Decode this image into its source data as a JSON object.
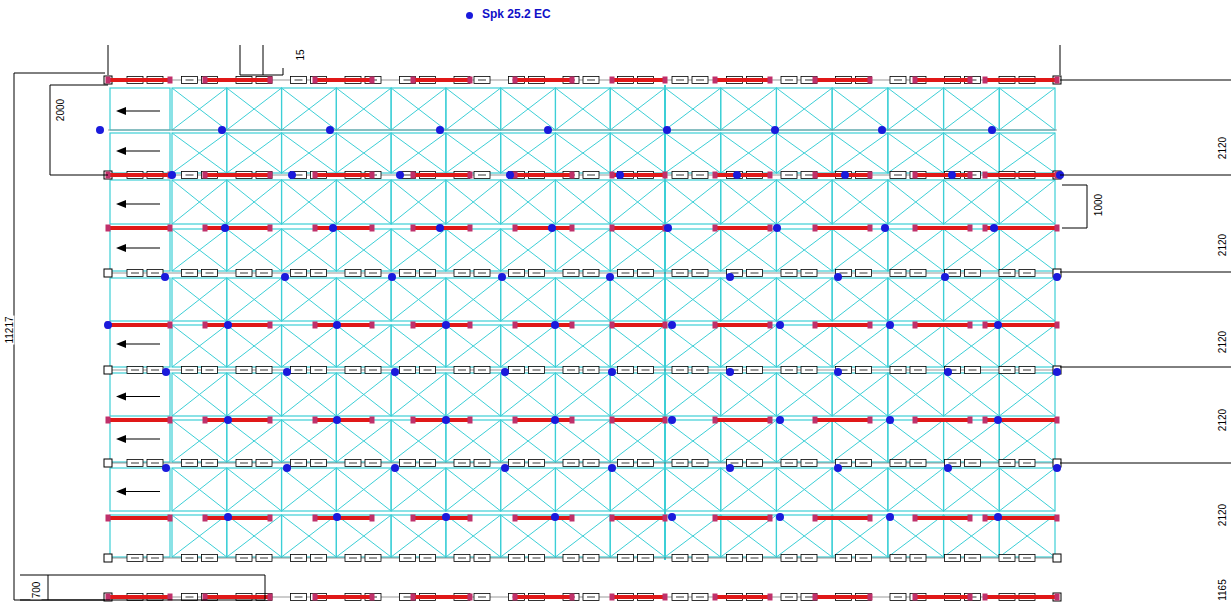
{
  "diagram": {
    "labels": [
      "15",
      "2000",
      "1000",
      "11217",
      "2120",
      "2120",
      "2120",
      "2120",
      "2120",
      "700",
      "1165"
    ],
    "legend": [
      {
        "text": "Spk 25.2 EC",
        "color": "#1a1adc"
      }
    ]
  }
}
